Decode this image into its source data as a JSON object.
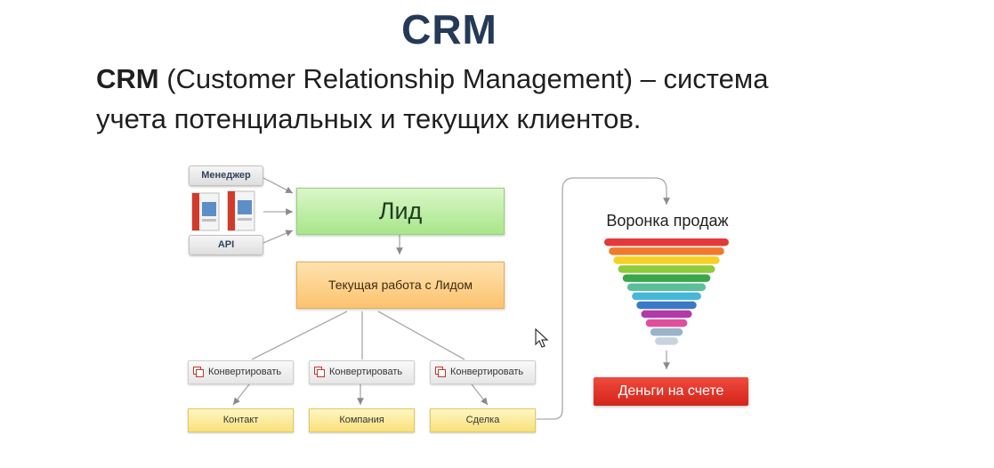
{
  "title": "CRM",
  "definition": {
    "term": "CRM",
    "rest_line1": " (Customer Relationship Management) – система",
    "line2": "учета потенциальных и текущих клиентов."
  },
  "diagram": {
    "sources": {
      "manager": "Менеджер",
      "api": "API"
    },
    "lead": "Лид",
    "current_work": "Текущая работа с Лидом",
    "convert_label": "Конвертировать",
    "targets": [
      "Контакт",
      "Компания",
      "Сделка"
    ],
    "funnel_title": "Воронка продаж",
    "funnel_colors": [
      "#e3393a",
      "#f07a2a",
      "#f7d024",
      "#8fcb3a",
      "#3aa64a",
      "#5ac09a",
      "#47b7d8",
      "#3a78c8",
      "#b23aa8",
      "#e04e9e",
      "#9bb3c9",
      "#c9d3de"
    ],
    "money": "Деньги на счете"
  },
  "colors": {
    "title": "#243a57",
    "lead": "#a8e68a",
    "work": "#fbc36e",
    "target": "#f8e07a",
    "money": "#d4241a"
  }
}
